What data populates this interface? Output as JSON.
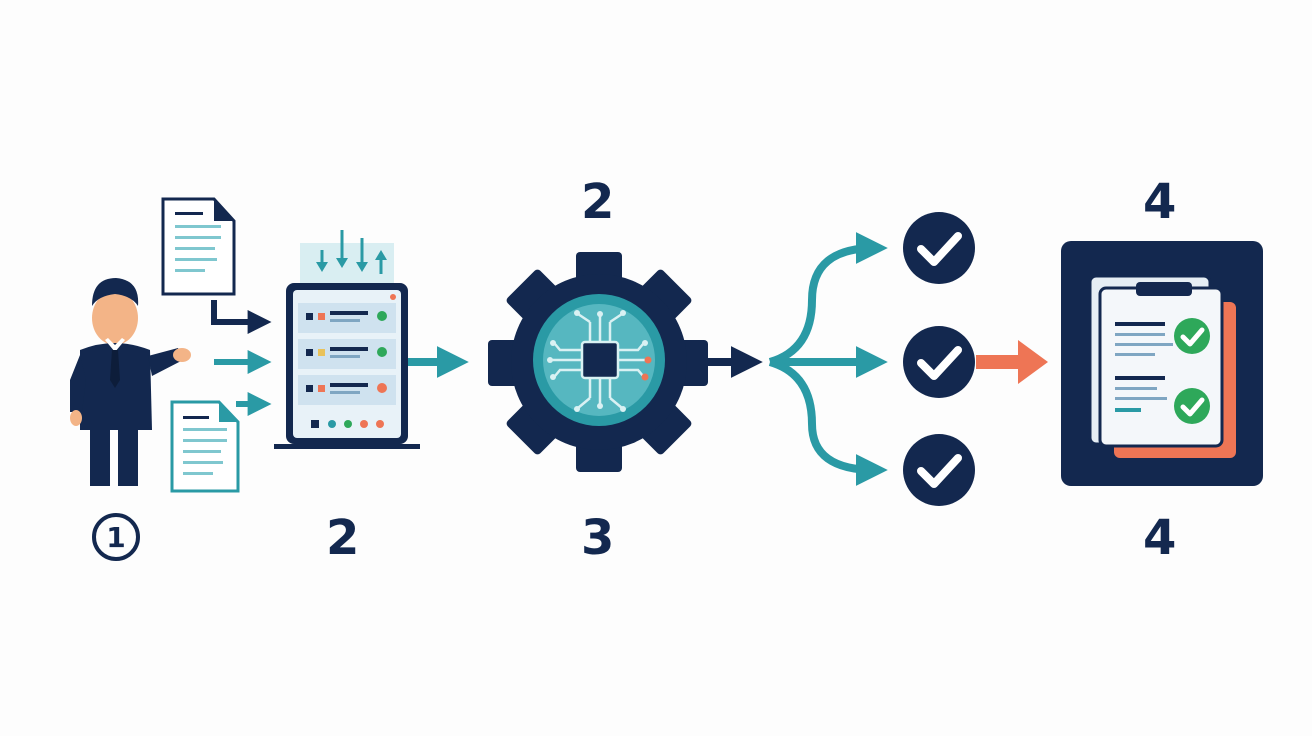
{
  "labels": {
    "step1": "1",
    "step2_bottom": "2",
    "step2_top": "2",
    "step3": "3",
    "step4_top": "4",
    "step4_bottom": "4"
  },
  "icons": {
    "person": "businessman-icon",
    "docs": "document-icon",
    "server": "server-icon",
    "gear": "gear-chip-icon",
    "check": "check-circle-icon",
    "result": "report-clipboard-icon"
  },
  "colors": {
    "navy": "#13284f",
    "teal": "#2a9aa5",
    "coral": "#ee7555",
    "green": "#2ea85a",
    "paper": "#f4f7fa"
  }
}
